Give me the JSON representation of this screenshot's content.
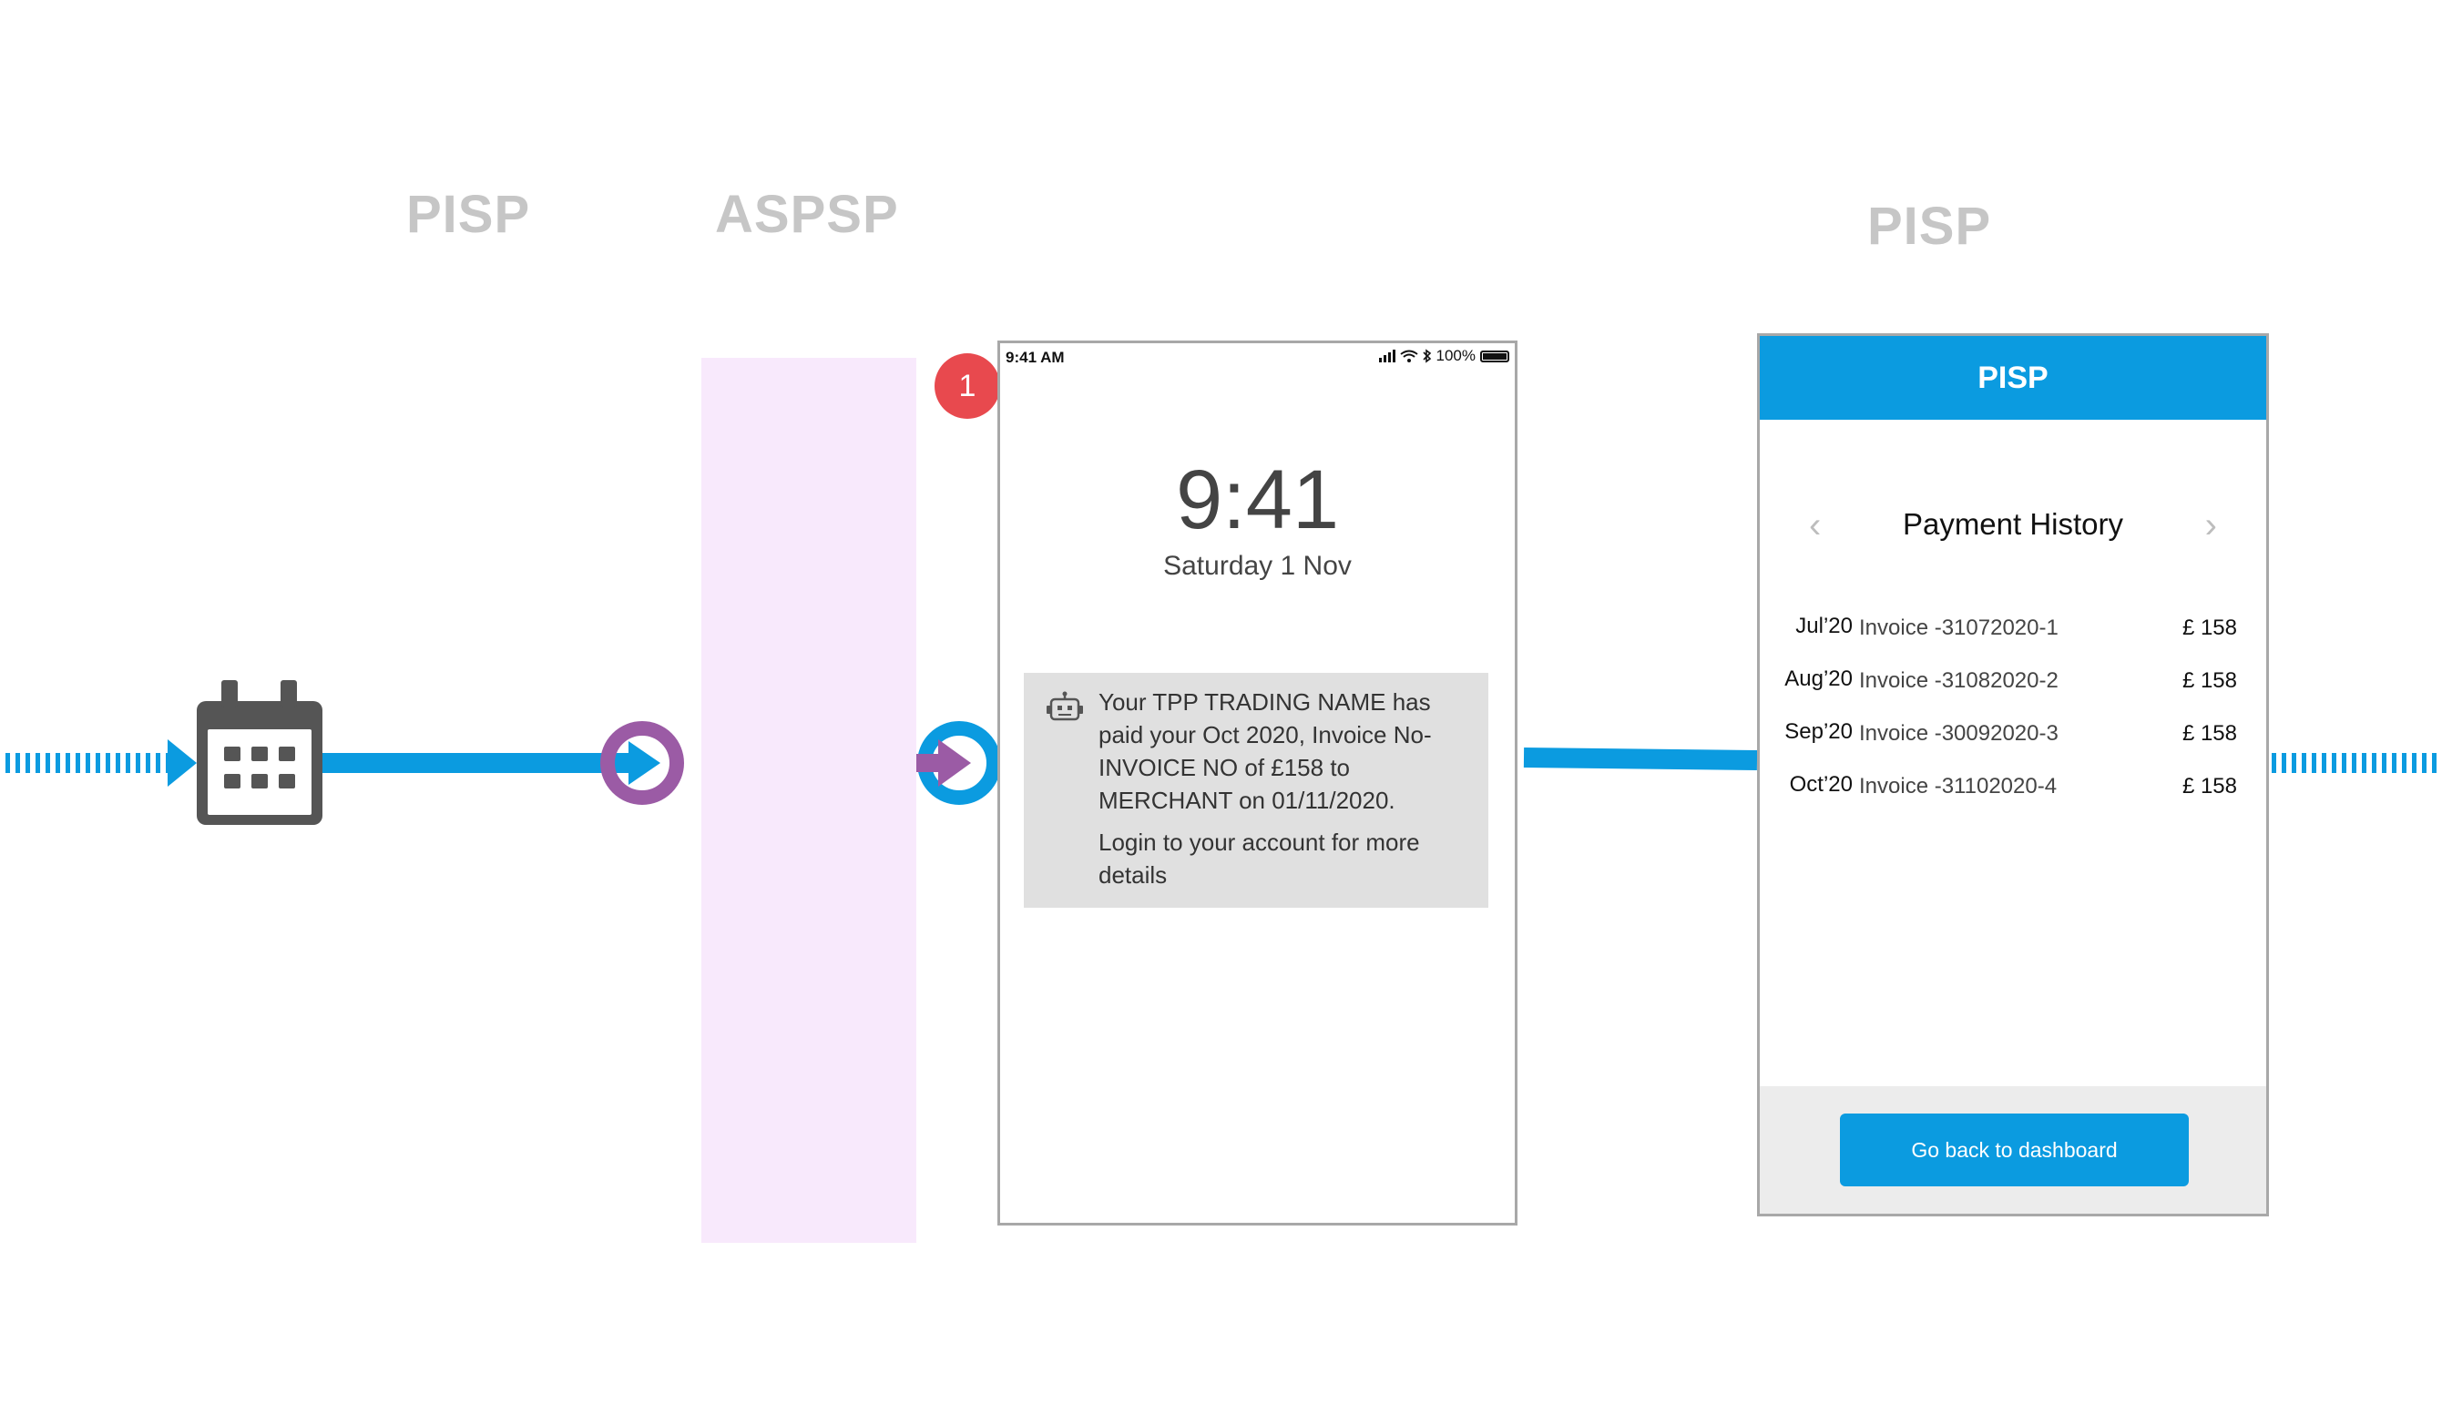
{
  "lanes": {
    "left_pisp": "PISP",
    "aspsp": "ASPSP",
    "right_pisp": "PISP"
  },
  "step_badge": "1",
  "phone": {
    "status_time": "9:41 AM",
    "battery": "100%",
    "lock_time": "9:41",
    "lock_date": "Saturday 1 Nov",
    "notification": {
      "message": "Your TPP TRADING NAME has paid your Oct 2020, Invoice No- INVOICE NO of £158 to MERCHANT on 01/11/2020.",
      "cta_text": "Login to your account for more details"
    }
  },
  "app": {
    "header_title": "PISP",
    "title": "Payment History",
    "prev_icon": "chevron-left-icon",
    "next_icon": "chevron-right-icon",
    "payments": [
      {
        "period": "Jul’20",
        "invoice": "Invoice -31072020-1",
        "amount": "£ 158"
      },
      {
        "period": "Aug’20",
        "invoice": "Invoice -31082020-2",
        "amount": "£ 158"
      },
      {
        "period": "Sep’20",
        "invoice": "Invoice -30092020-3",
        "amount": "£ 158"
      },
      {
        "period": "Oct’20",
        "invoice": "Invoice -31102020-4",
        "amount": "£ 158"
      }
    ],
    "back_button": "Go back to dashboard"
  },
  "colors": {
    "accent_blue": "#0b9be0",
    "purple": "#9b5ba5",
    "badge_red": "#e8494e",
    "aspsp_band": "#f8e9fc",
    "lane_label": "#c6c6c6"
  },
  "icons": [
    "calendar-icon",
    "robot-icon",
    "signal-icon",
    "wifi-icon",
    "bluetooth-icon",
    "battery-icon"
  ]
}
